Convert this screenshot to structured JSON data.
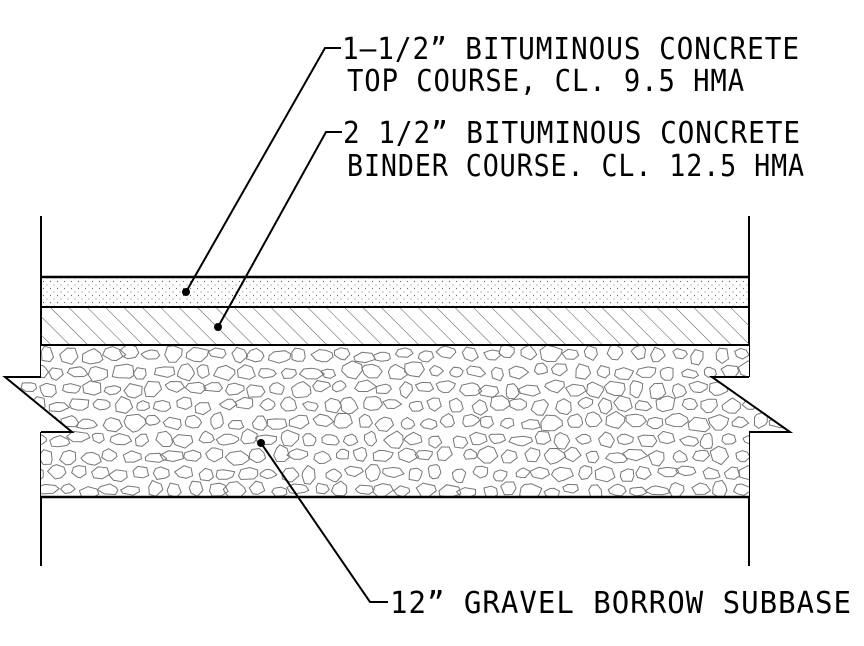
{
  "callouts": {
    "top_course": {
      "line1": "1–1/2” BITUMINOUS CONCRETE",
      "line2": "TOP COURSE, CL. 9.5 HMA"
    },
    "binder_course": {
      "line1": "2 1/2” BITUMINOUS CONCRETE",
      "line2": "BINDER COURSE. CL. 12.5 HMA"
    },
    "subbase": {
      "line1": "12” GRAVEL BORROW SUBBASE"
    }
  },
  "colors": {
    "ink": "#000000",
    "hatch": "#555555",
    "paper": "#ffffff"
  }
}
